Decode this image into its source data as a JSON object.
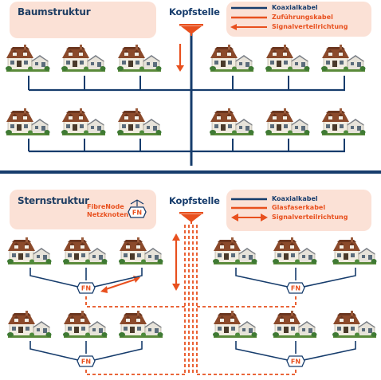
{
  "top": {
    "title": "Baumstruktur",
    "headend_label": "Kopfstelle",
    "legend": [
      {
        "label": "Koaxialkabel",
        "color": "#163c6c",
        "style": "line"
      },
      {
        "label": "Zuführungskabel",
        "color": "#e8501e",
        "style": "line"
      },
      {
        "label": "Signalverteilrichtung",
        "color": "#e8501e",
        "style": "arrow-left"
      }
    ]
  },
  "bottom": {
    "title": "Sternstruktur",
    "fn_legend_line1": "FibreNode",
    "fn_legend_line2": "Netzknoten",
    "fn_badge": "FN",
    "headend_label": "Kopfstelle",
    "legend": [
      {
        "label": "Koaxialkabel",
        "color": "#163c6c",
        "style": "line"
      },
      {
        "label": "Glasfaserkabel",
        "color": "#e8501e",
        "style": "line"
      },
      {
        "label": "Signalverteilrichtung",
        "color": "#e8501e",
        "style": "double-arrow"
      }
    ]
  },
  "colors": {
    "navy": "#163c6c",
    "orange": "#e8501e",
    "legend_bg": "#fbe1d6"
  },
  "icons": [
    "house-icon",
    "antenna-icon",
    "fibre-node-icon",
    "arrow-icon"
  ]
}
